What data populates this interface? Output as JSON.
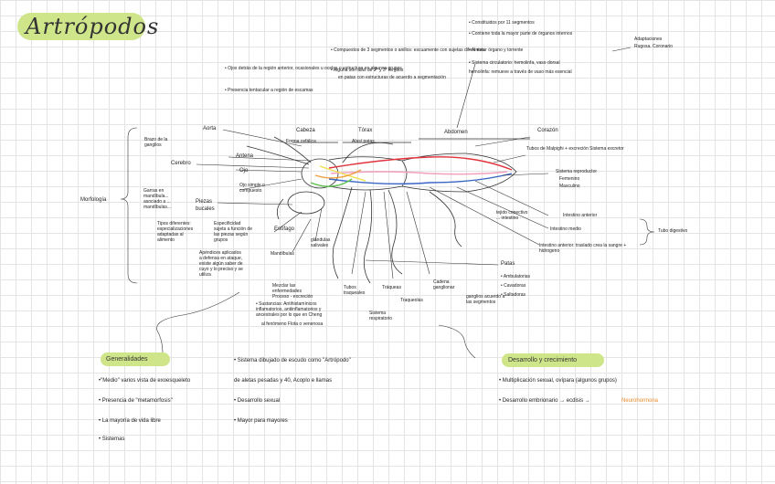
{
  "title": "Artrópodos",
  "top_notes": {
    "left": [
      "• Ojos detrás de la región anterior, ocasionales u ocelos o estructura en algunos grupos",
      "• Presencia tentacular a región de escamas"
    ],
    "center": [
      "• Compuestos de 3 segmentos o anillos: escuamente con sujetas diferentes",
      "• Alguna son alas de 2° y 3° tergitos",
      "en patas con estructuras de acuerdo a segmentación"
    ],
    "right": [
      "• Constituidos por 11 segmentos",
      "• Contiene toda la mayor parte de órganos internos",
      "• Al estar órgano y torrente",
      "• Sistema circulatorio: hemolinfa, vaso dorsal",
      "hemolinfa: remueve a través de vaso más esencial"
    ],
    "branch": [
      "Adaptaciones",
      "Rugosa, Coronario"
    ]
  },
  "segments": {
    "head": "Cabeza",
    "thorax": "Tórax",
    "abdomen": "Abdomen"
  },
  "segment_subs": {
    "head": "Forma cefálica",
    "thorax": "Alas/ patas"
  },
  "labels": {
    "morfologia": "Morfología",
    "brazo_ganglios": "Brazo de la ganglios",
    "cerebro": "Cerebro",
    "aorta": "Aorta",
    "antena": "Antena",
    "ojo": "Ojo",
    "ojo_simple": "Ojo simple o compuesto",
    "garras": "Garras en mandíbula... asociado a ... mandíbulas...",
    "piezas_bucales": "Piezas bucales",
    "tipos_piezas": "Tipos diferentes: especializaciones adaptadas al alimento",
    "especificidades": "Especificidad sujeta a función de las piezas según grupos",
    "esofago": "Esófago",
    "apendices": "Apéndices aplicados a defensa en ataque, existe algún saber de cuyo y lo preciso y se utiliza",
    "mandibulas": "Mandíbulas",
    "glandulas": "glándulas salivales",
    "mezclar": "Mezclar las enfermedades Proceso - excreción",
    "corazon": "Corazón",
    "tubos": "Tubos de Malpighi + excreción Sistema excretor",
    "sistema_reproductor": "Sistema reproductor",
    "femenino": "Femenino",
    "masculino": "Masculino",
    "intestino_anterior": "Intestino anterior",
    "tejido": "tejido conectivo ... intestino",
    "intestino_medio": "Intestino medio",
    "intestino_posterior": "Intestino anterior: traslado crea la sangre + hidrogeno",
    "tubo_digestivo": "Tubo digestivo",
    "patas": "Patas",
    "patas_items": [
      "• Ambulatorias",
      "• Cavadoras",
      "• Saltadoras"
    ],
    "tubos_traqueales": "Tubos traqueales",
    "traqueas": "Tráqueas",
    "traqueolas": "Traqueolas",
    "cadena": "Cadena ganglionar",
    "ganglios": "ganglios acuerdo a las segmentos",
    "sistema_respiratorio": "Sistema respiratorio",
    "bullets_bottom": [
      "• Sustancias: Antihistamínicos inflamatorios, antiinflamatorios y ancestrales por lo que en Cheng",
      "al fenómeno Flota o venenosa"
    ]
  },
  "generalidades": {
    "heading": "Generalidades",
    "col1": [
      "•\"Medio\" varios vista de exoesqueleto",
      "• Presencia de \"metamorfosis\"",
      "• La mayoría de vida libre",
      "• Sistemas"
    ],
    "col2": [
      "• Sistema dibujado de escudo como \"Artrópodo\"",
      "de aletas pesadas y 40, Acoplo e llamas",
      "• Desarrollo sexual",
      "• Mayor para mayores"
    ]
  },
  "desarrollo": {
    "heading": "Desarrollo y crecimiento",
    "items": [
      "• Multiplicación sexual, ovípara (algunos grupos)",
      "• Desarrollo embrionario → ecdisis →"
    ],
    "highlight": "Neurohormona"
  },
  "colors": {
    "pill": "#cfe58a",
    "red": "#e0333c",
    "blue": "#3a66c4",
    "pink": "#f2a0bd",
    "yellow": "#efe04d",
    "orange": "#f0a040",
    "green": "#5cbf4c"
  }
}
